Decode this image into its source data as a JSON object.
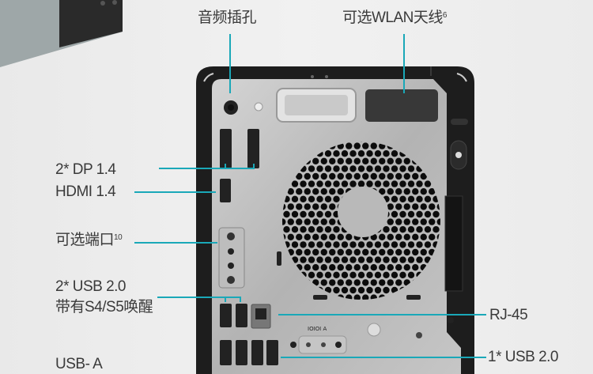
{
  "labels": {
    "audio_jack": "音频插孔",
    "wlan_antenna": "可选WLAN天线",
    "wlan_antenna_note": "6",
    "displayport": "2* DP 1.4",
    "hdmi": "HDMI 1.4",
    "optional_port": "可选端口",
    "optional_port_note": "10",
    "usb2_wake_line1": "2* USB 2.0",
    "usb2_wake_line2": "带有S4/S5唤醒",
    "rj45": "RJ-45",
    "usb2_single": "1* USB 2.0",
    "usb_a": "USB- A"
  },
  "panel_markings": {
    "serial": "IOIOI A"
  },
  "colors": {
    "callout_line": "#1aa8b8",
    "chassis": "#1d1d1d",
    "panel": "#b9b9b9"
  }
}
